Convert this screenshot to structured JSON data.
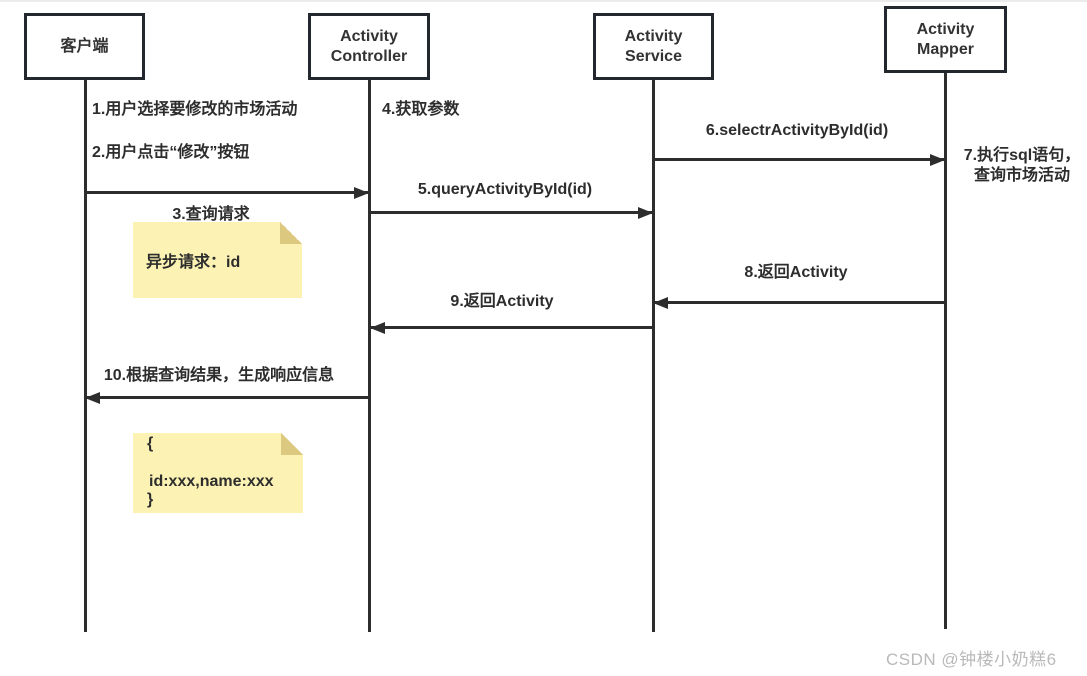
{
  "colors": {
    "ink": "#2d2d2d",
    "box_border": "#23272e",
    "note_fill": "#fbf2b3",
    "note_fold": "#dcc87f",
    "watermark": "#b9b9b9",
    "top_line": "#ebebeb",
    "background": "#ffffff"
  },
  "actors": [
    {
      "label": "客户端"
    },
    {
      "label": "Activity Controller"
    },
    {
      "label": "Activity Service"
    },
    {
      "label": "Activity Mapper"
    }
  ],
  "messages": [
    {
      "label": "3.查询请求",
      "from": "客户端",
      "to": "Activity Controller",
      "direction": "right"
    },
    {
      "label": "5.queryActivityById(id)",
      "from": "Activity Controller",
      "to": "Activity Service",
      "direction": "right"
    },
    {
      "label": "6.selectrActivityById(id)",
      "from": "Activity Service",
      "to": "Activity Mapper",
      "direction": "right"
    },
    {
      "label": "8.返回Activity",
      "from": "Activity Mapper",
      "to": "Activity Service",
      "direction": "left"
    },
    {
      "label": "9.返回Activity",
      "from": "Activity Service",
      "to": "Activity Controller",
      "direction": "left"
    },
    {
      "label": "10.根据查询结果，生成响应信息",
      "from": "Activity Controller",
      "to": "客户端",
      "direction": "left"
    }
  ],
  "annotations": [
    {
      "label": "1.用户选择要修改的市场活动"
    },
    {
      "label": "2.用户点击“修改”按钮"
    },
    {
      "label": "4.获取参数"
    },
    {
      "line1": "7.执行sql语句，",
      "line2": "查询市场活动"
    }
  ],
  "notes": [
    {
      "lines": [
        "异步请求：id"
      ]
    },
    {
      "lines": [
        "{",
        "id:xxx,name:xxx",
        "}"
      ]
    }
  ],
  "watermark": "CSDN @钟楼小奶糕6"
}
